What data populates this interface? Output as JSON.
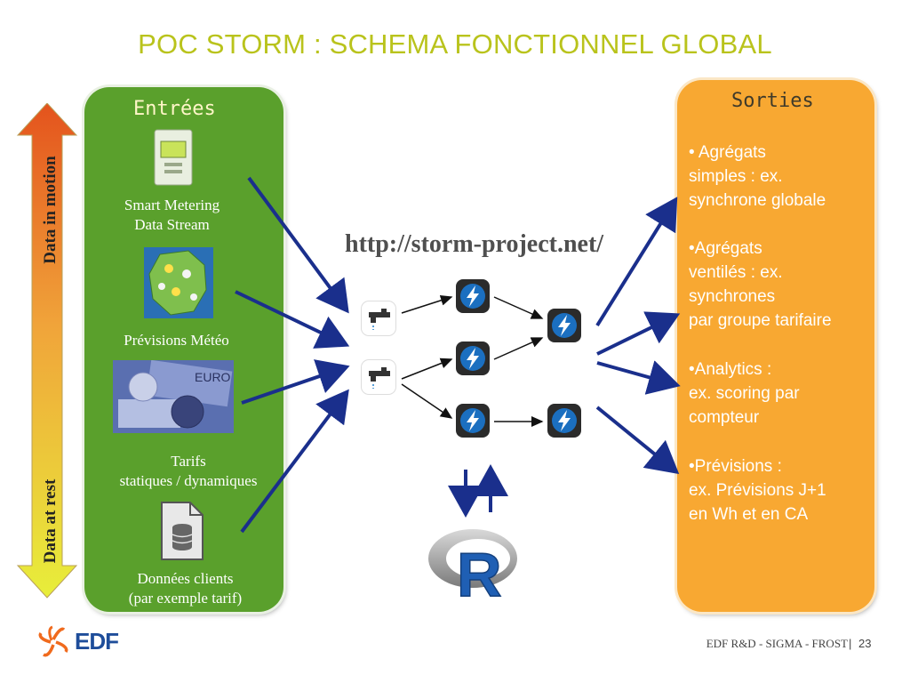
{
  "slide": {
    "title": "POC STORM : SCHEMA FONCTIONNEL GLOBAL",
    "url": "http://storm-project.net/",
    "footer": "EDF R&D - SIGMA - FROST",
    "separator": "|",
    "page_number": "23",
    "logo_text": "EDF"
  },
  "axis": {
    "top_label": "Data in motion",
    "bottom_label": "Data at rest"
  },
  "inputs": {
    "title": "Entrées",
    "items": [
      {
        "label": "Smart Metering\nData Stream",
        "icon": "smart-meter-icon"
      },
      {
        "label": "Prévisions Météo",
        "icon": "weather-map-icon"
      },
      {
        "label": "Tarifs\nstatiques / dynamiques",
        "icon": "money-icon"
      },
      {
        "label": "Données clients\n(par exemple tarif)",
        "icon": "database-file-icon"
      }
    ]
  },
  "outputs": {
    "title": "Sorties",
    "items": [
      "• Agrégats\nsimples : ex.\nsynchrone globale",
      "•Agrégats\nventilés : ex.\nsynchrones\npar groupe tarifaire",
      "•Analytics :\nex. scoring par\ncompteur",
      "•Prévisions :\nex. Prévisions J+1\nen Wh et en CA"
    ]
  },
  "processing": {
    "spouts": [
      "spout-tap-icon",
      "spout-tap-icon"
    ],
    "bolts": [
      "storm-bolt-icon",
      "storm-bolt-icon",
      "storm-bolt-icon",
      "storm-bolt-icon",
      "storm-bolt-icon"
    ],
    "r_logo_text": "R"
  },
  "colors": {
    "title": "#b9c31c",
    "inputs_panel": "#5aa02c",
    "outputs_panel": "#f8a832",
    "arrows": "#1a2f8c",
    "edf_blue": "#1e4d9a",
    "edf_orange": "#f06a1d"
  }
}
